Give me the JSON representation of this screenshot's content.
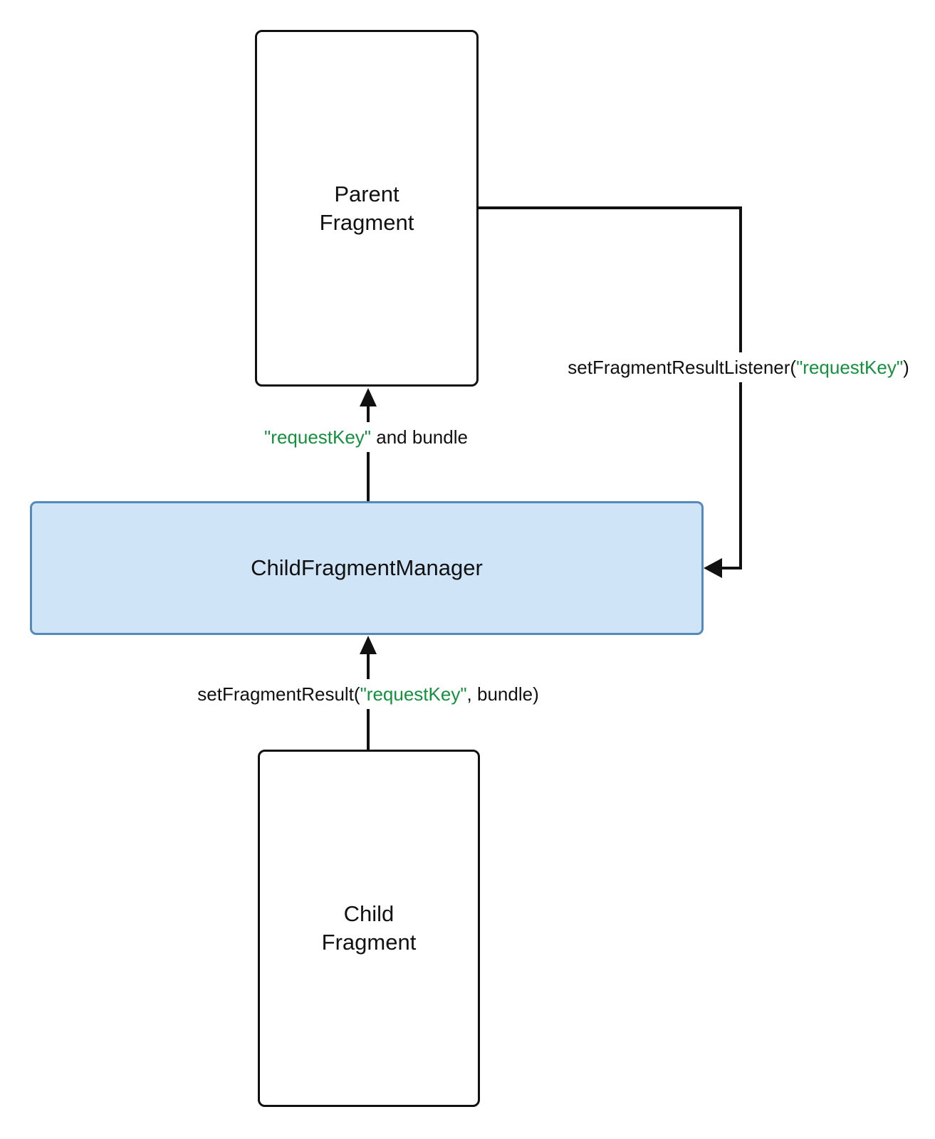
{
  "diagram": {
    "nodes": {
      "parent_fragment": {
        "label": "Parent\nFragment"
      },
      "child_fragment_manager": {
        "label": "ChildFragmentManager"
      },
      "child_fragment": {
        "label": "Child\nFragment"
      }
    },
    "edges": {
      "set_listener": {
        "from": "parent_fragment",
        "to": "child_fragment_manager",
        "direction": "left",
        "prefix": "setFragmentResultListener(",
        "key": "\"requestKey\"",
        "suffix": ")"
      },
      "deliver_result": {
        "from": "child_fragment_manager",
        "to": "parent_fragment",
        "direction": "up",
        "prefix": "",
        "key": "\"requestKey\"",
        "suffix": " and bundle"
      },
      "set_result": {
        "from": "child_fragment",
        "to": "child_fragment_manager",
        "direction": "up",
        "prefix": "setFragmentResult(",
        "key": "\"requestKey\"",
        "suffix": ", bundle)"
      }
    }
  },
  "colors": {
    "background": "#ffffff",
    "line": "#111111",
    "text": "#111111",
    "manager_fill": "#d0e4f8",
    "manager_border": "#5588bb",
    "key_green": "#15903f"
  }
}
